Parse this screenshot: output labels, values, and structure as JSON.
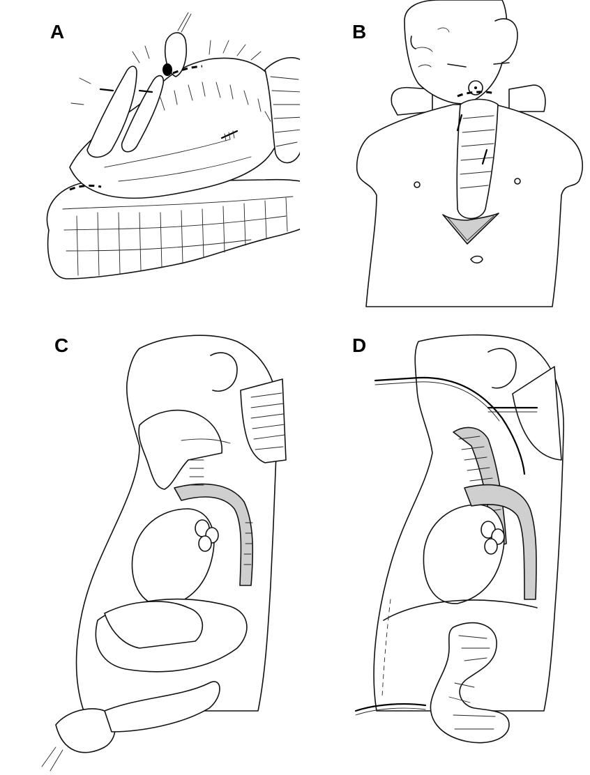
{
  "figure": {
    "panels": [
      {
        "id": "A",
        "label": "A",
        "icon": "stomach-anatomy-illustration"
      },
      {
        "id": "B",
        "label": "B",
        "icon": "infant-torso-gastric-tube-illustration"
      },
      {
        "id": "C",
        "label": "C",
        "icon": "lateral-thoracic-mobilization-illustration"
      },
      {
        "id": "D",
        "label": "D",
        "icon": "lateral-gastric-transposition-illustration"
      }
    ]
  }
}
